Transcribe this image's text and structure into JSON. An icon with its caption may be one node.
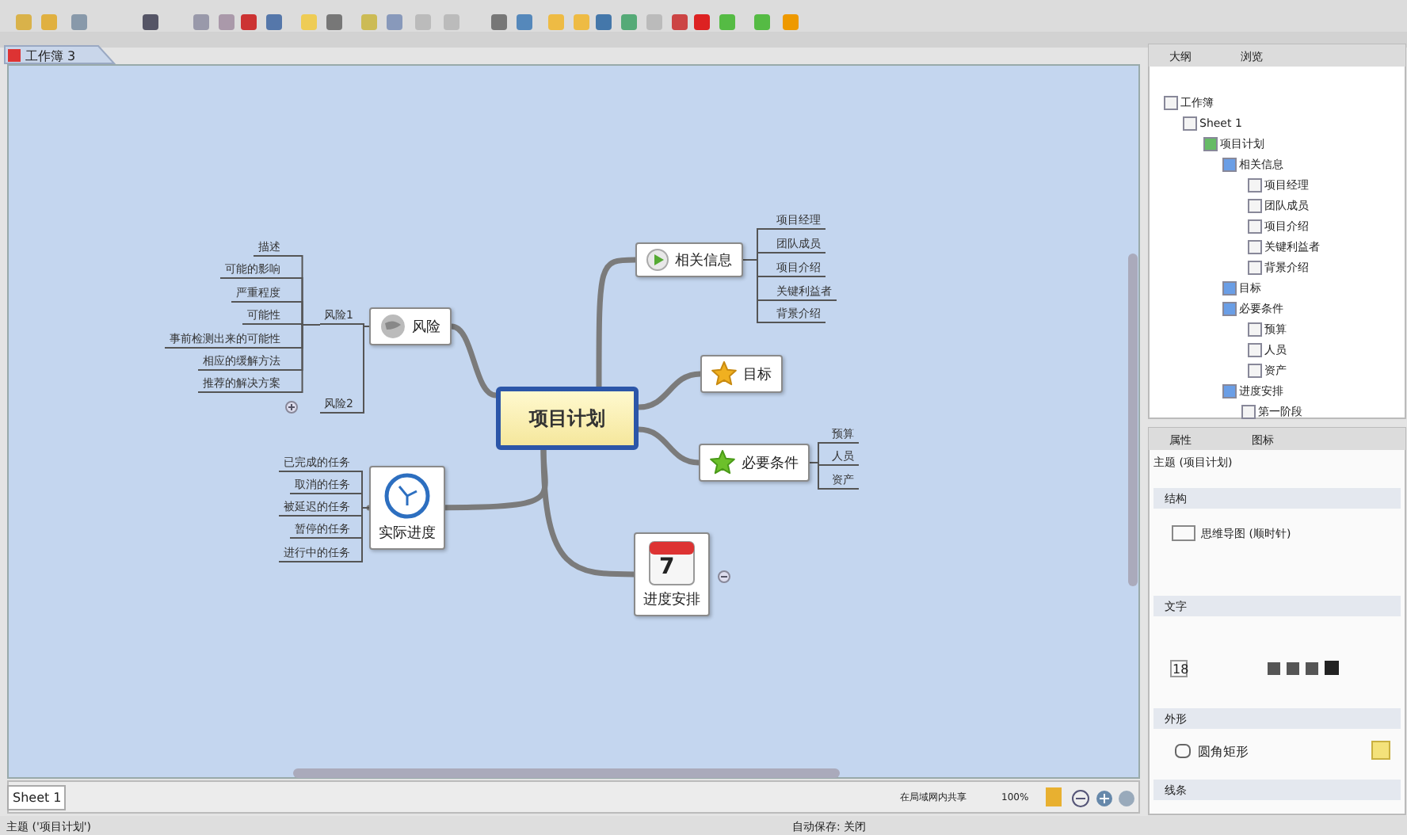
{
  "diagram": {
    "nodes": [
      {
        "text": [
          "项目计划"
        ]
      },
      {
        "text": [
          "相关信息"
        ]
      },
      {
        "text": [
          "项目经理"
        ]
      },
      {
        "text": [
          "团队成员"
        ]
      },
      {
        "text": [
          "项目介绍"
        ]
      },
      {
        "text": [
          "关键利益者"
        ]
      },
      {
        "text": [
          "背景介绍"
        ]
      },
      {
        "text": [
          "目标"
        ]
      },
      {
        "text": [
          "必要条件"
        ]
      },
      {
        "text": [
          "预算"
        ]
      },
      {
        "text": [
          "人员"
        ]
      },
      {
        "text": [
          "资产"
        ]
      },
      {
        "text": [
          "进度安排"
        ]
      },
      {
        "text": [
          "风险"
        ]
      },
      {
        "text": [
          "风险1"
        ]
      },
      {
        "text": [
          "描述"
        ]
      },
      {
        "text": [
          "可能的影响"
        ]
      },
      {
        "text": [
          "严重程度"
        ]
      },
      {
        "text": [
          "可能性"
        ]
      },
      {
        "text": [
          "事前检测出来的可能性"
        ]
      },
      {
        "text": [
          "相应的缓解方法"
        ]
      },
      {
        "text": [
          "推荐的解决方案"
        ]
      },
      {
        "text": [
          "风险2"
        ]
      },
      {
        "text": [
          "实际进度"
        ]
      },
      {
        "text": [
          "已完成的任务"
        ]
      },
      {
        "text": [
          "取消的任务"
        ]
      },
      {
        "text": [
          "被延迟的任务"
        ]
      },
      {
        "text": [
          "暂停的任务"
        ]
      },
      {
        "text": [
          "进行中的任务"
        ]
      }
    ],
    "edges": [
      {
        "from": 0,
        "to": 1,
        "arrow": "none",
        "style": "thick"
      },
      {
        "from": 1,
        "to": 2,
        "arrow": "none"
      },
      {
        "from": 1,
        "to": 3,
        "arrow": "none"
      },
      {
        "from": 1,
        "to": 4,
        "arrow": "none"
      },
      {
        "from": 1,
        "to": 5,
        "arrow": "none"
      },
      {
        "from": 1,
        "to": 6,
        "arrow": "none"
      },
      {
        "from": 0,
        "to": 7,
        "arrow": "none",
        "style": "thick"
      },
      {
        "from": 0,
        "to": 8,
        "arrow": "none",
        "style": "thick"
      },
      {
        "from": 8,
        "to": 9,
        "arrow": "none"
      },
      {
        "from": 8,
        "to": 10,
        "arrow": "none"
      },
      {
        "from": 8,
        "to": 11,
        "arrow": "none"
      },
      {
        "from": 0,
        "to": 12,
        "arrow": "none",
        "style": "thick"
      },
      {
        "from": 0,
        "to": 13,
        "arrow": "none",
        "style": "thick"
      },
      {
        "from": 13,
        "to": 14,
        "arrow": "none"
      },
      {
        "from": 14,
        "to": 15,
        "arrow": "none"
      },
      {
        "from": 14,
        "to": 16,
        "arrow": "none"
      },
      {
        "from": 14,
        "to": 17,
        "arrow": "none"
      },
      {
        "from": 14,
        "to": 18,
        "arrow": "none"
      },
      {
        "from": 14,
        "to": 19,
        "arrow": "none"
      },
      {
        "from": 14,
        "to": 20,
        "arrow": "none"
      },
      {
        "from": 14,
        "to": 21,
        "arrow": "none"
      },
      {
        "from": 13,
        "to": 22,
        "arrow": "none"
      },
      {
        "from": 0,
        "to": 23,
        "arrow": "none",
        "style": "thick"
      },
      {
        "from": 23,
        "to": 24,
        "arrow": "none"
      },
      {
        "from": 23,
        "to": 25,
        "arrow": "none"
      },
      {
        "from": 23,
        "to": 26,
        "arrow": "none"
      },
      {
        "from": 23,
        "to": 27,
        "arrow": "none"
      },
      {
        "from": 23,
        "to": 28,
        "arrow": "none"
      }
    ],
    "labels": [
      "工作簿 3",
      "大纲",
      "浏览",
      "工作簿",
      "Sheet 1",
      "项目计划",
      "相关信息",
      "项目经理",
      "团队成员",
      "项目介绍",
      "关键利益者",
      "背景介绍",
      "目标",
      "必要条件",
      "预算",
      "人员",
      "资产",
      "进度安排",
      "第一阶段",
      "属性",
      "图标",
      "主题 (项目计划)",
      "结构",
      "思维导图 (顺时针)",
      "文字",
      "18",
      "外形",
      "圆角矩形",
      "线条",
      "7",
      "Sheet 1",
      "在局域网内共享",
      "100%",
      "主题 ('项目计划')",
      "自动保存: 关闭"
    ]
  }
}
